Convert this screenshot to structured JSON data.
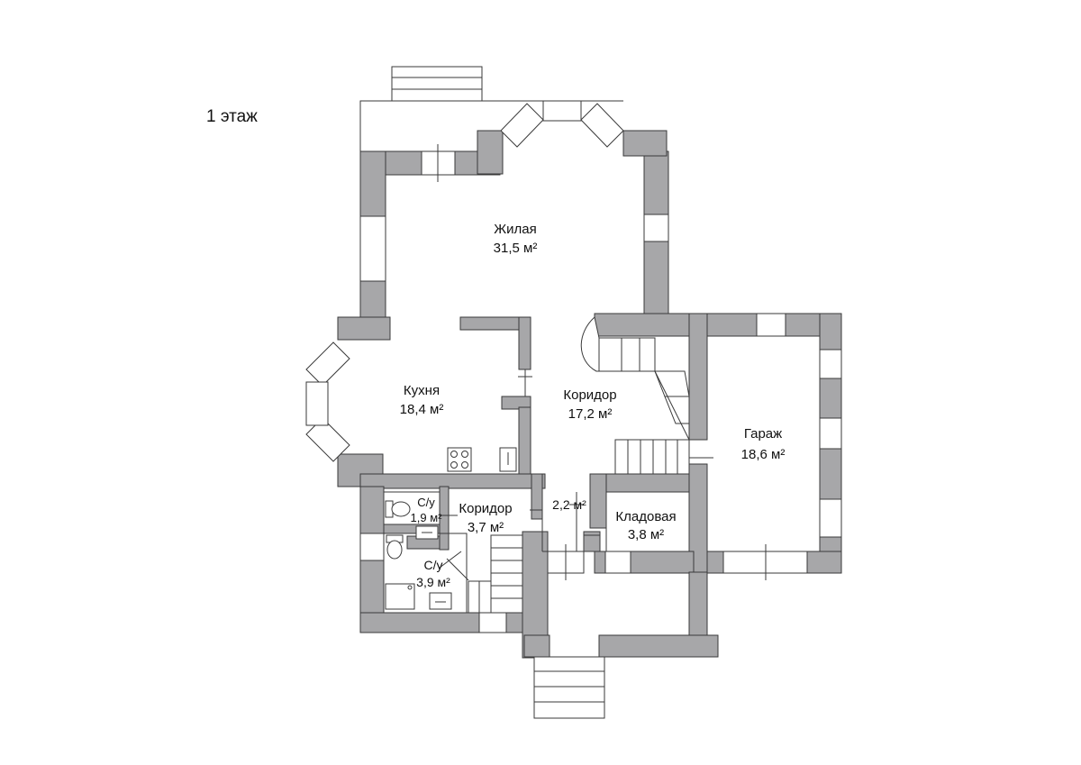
{
  "floor_title": "1 этаж",
  "colors": {
    "wall": "#a7a7a9",
    "line": "#3a3a3a",
    "background": "#ffffff"
  },
  "rooms": [
    {
      "id": "living",
      "name": "Жилая",
      "area": "31,5 м²"
    },
    {
      "id": "kitchen",
      "name": "Кухня",
      "area": "18,4 м²"
    },
    {
      "id": "corridor-main",
      "name": "Коридор",
      "area": "17,2 м²"
    },
    {
      "id": "garage",
      "name": "Гараж",
      "area": "18,6 м²"
    },
    {
      "id": "bathroom-small",
      "name": "С/у",
      "area": "1,9 м²"
    },
    {
      "id": "corridor-small",
      "name": "Коридор",
      "area": "3,7 м²"
    },
    {
      "id": "vestibule",
      "name": "",
      "area": "2,2 м²"
    },
    {
      "id": "storage",
      "name": "Кладовая",
      "area": "3,8 м²"
    },
    {
      "id": "bathroom-large",
      "name": "С/у",
      "area": "3,9 м²"
    }
  ]
}
